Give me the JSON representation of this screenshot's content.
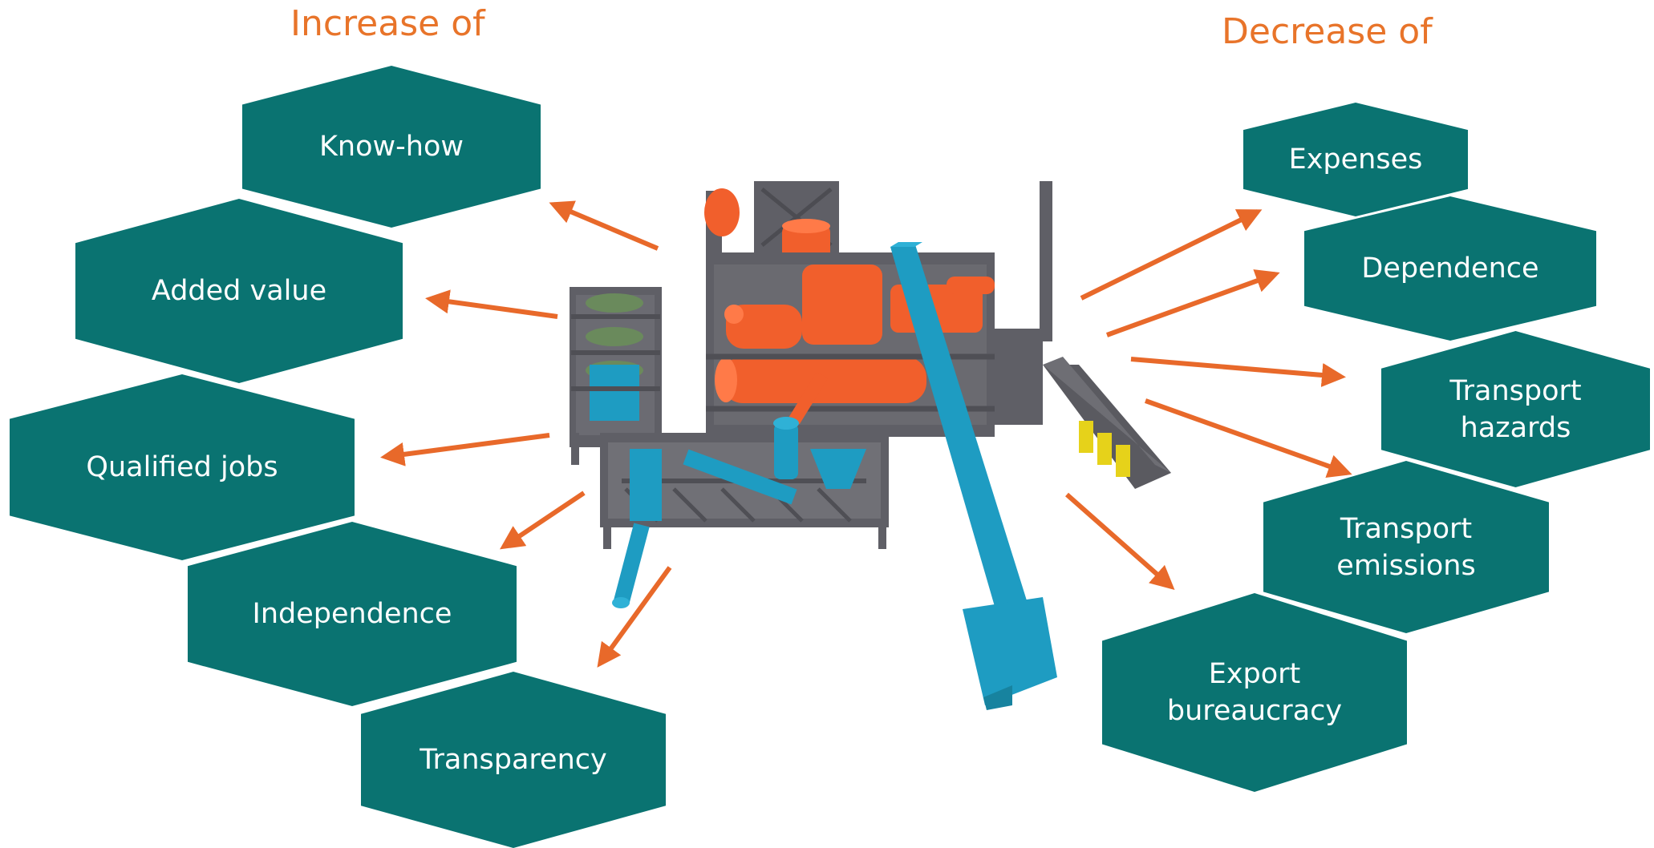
{
  "colors": {
    "accent_text": "#e8742a",
    "hex_fill": "#0a7371",
    "arrow": "#e8692a",
    "machine_orange": "#f15f2c",
    "machine_blue": "#1e9cc2",
    "machine_grey": "#5f5f66",
    "machine_yellow": "#e6d21a"
  },
  "headings": {
    "increase": "Increase of",
    "decrease": "Decrease of"
  },
  "increase_items": [
    "Know-how",
    "Added value",
    "Qualified jobs",
    "Independence",
    "Transparency"
  ],
  "decrease_items": [
    "Expenses",
    "Dependence",
    "Transport\nhazards",
    "Transport\nemissions",
    "Export\nbureaucracy"
  ]
}
